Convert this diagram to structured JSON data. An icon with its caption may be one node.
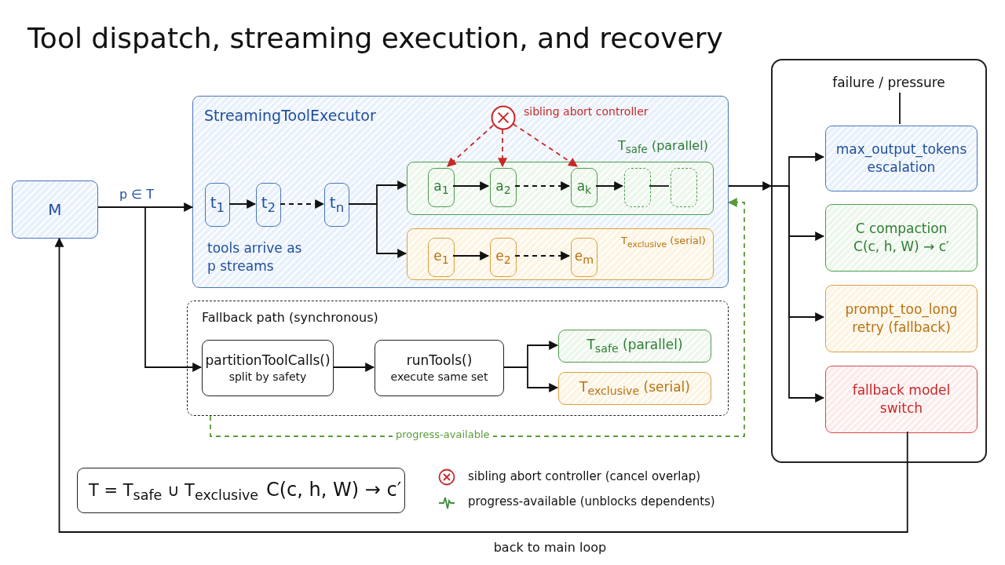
{
  "diagram": {
    "title": "Tool dispatch, streaming execution, and recovery",
    "nodes": [
      {
        "text": [
          "M"
        ]
      },
      {
        "text": [
          "StreamingToolExecutor",
          "tools arrive as p streams"
        ]
      },
      {
        "text": [
          "t$_{1}$"
        ],
        "in": 1
      },
      {
        "text": [
          "t$_{2}$"
        ],
        "in": 1
      },
      {
        "text": [
          "t$_{n}$"
        ],
        "in": 1
      },
      {
        "text": [],
        "shape": "circle",
        "in": 1,
        "beside": [
          "sibling abort controller"
        ]
      },
      {
        "text": [
          "T$_{safe}$ (parallel)"
        ],
        "in": 1
      },
      {
        "text": [
          "a$_{1}$"
        ],
        "in": 6
      },
      {
        "text": [
          "a$_{2}$"
        ],
        "in": 6
      },
      {
        "text": [
          "a$_{k}$"
        ],
        "in": 6
      },
      {
        "text": [],
        "shape": "box",
        "in": 6
      },
      {
        "text": [],
        "shape": "box",
        "in": 6
      },
      {
        "text": [
          "T$_{exclusive}$ (serial)"
        ],
        "in": 1
      },
      {
        "text": [
          "e$_{1}$"
        ],
        "in": 12
      },
      {
        "text": [
          "e$_{2}$"
        ],
        "in": 12
      },
      {
        "text": [
          "e$_{m}$"
        ],
        "in": 12
      },
      {
        "text": [
          "Fallback path (synchronous)"
        ]
      },
      {
        "text": [
          "partitionToolCalls()",
          "split by safety"
        ],
        "in": 16
      },
      {
        "text": [
          "runTools()",
          "execute same set"
        ],
        "in": 16
      },
      {
        "text": [
          "T$_{safe}$ (parallel)"
        ],
        "in": 16
      },
      {
        "text": [
          "T$_{exclusive}$ (serial)"
        ],
        "in": 16
      },
      {
        "text": [],
        "shape": "box"
      },
      {
        "text": [
          "failure / pressure"
        ],
        "in": 21
      },
      {
        "text": [
          "max_output_tokens escalation"
        ],
        "in": 21
      },
      {
        "text": [
          "C compaction",
          "C(c, h, W) → c′"
        ],
        "in": 21
      },
      {
        "text": [
          "prompt_too_long retry (fallback)"
        ],
        "in": 21
      },
      {
        "text": [
          "fallback model switch"
        ],
        "in": 21
      },
      {
        "text": [
          "T = T$_{safe}$ ∪ T$_{exclusive}$",
          "C(c, h, W) → c′"
        ]
      }
    ],
    "edges": [
      {
        "from": 0,
        "to": 1,
        "arrow": "to",
        "label": "p ∈ T"
      },
      {
        "from": 0,
        "to": 17,
        "arrow": "to"
      },
      {
        "from": 2,
        "to": 3,
        "arrow": "to"
      },
      {
        "from": 3,
        "to": 4,
        "arrow": "to",
        "style": "dashed"
      },
      {
        "from": 4,
        "to": 6,
        "arrow": "to"
      },
      {
        "from": 4,
        "to": 12,
        "arrow": "to"
      },
      {
        "from": 5,
        "to": 7,
        "arrow": "to",
        "style": "dashed",
        "color": "#c62828"
      },
      {
        "from": 5,
        "to": 8,
        "arrow": "to",
        "style": "dashed",
        "color": "#c62828"
      },
      {
        "from": 5,
        "to": 9,
        "arrow": "to",
        "style": "dashed",
        "color": "#c62828"
      },
      {
        "from": 7,
        "to": 8,
        "arrow": "to"
      },
      {
        "from": 8,
        "to": 9,
        "arrow": "to",
        "style": "dashed"
      },
      {
        "from": 9,
        "to": 10,
        "arrow": "to"
      },
      {
        "from": 10,
        "to": 11,
        "arrow": "none"
      },
      {
        "from": 13,
        "to": 14,
        "arrow": "to"
      },
      {
        "from": 14,
        "to": 15,
        "arrow": "to",
        "style": "dashed"
      },
      {
        "from": 17,
        "to": 18,
        "arrow": "to"
      },
      {
        "from": 18,
        "to": 19,
        "arrow": "to"
      },
      {
        "from": 18,
        "to": 20,
        "arrow": "to"
      },
      {
        "from": 1,
        "to": 21,
        "arrow": "to"
      },
      {
        "from": 16,
        "to": 1,
        "arrow": "to",
        "style": "dashed",
        "color": "#5a9a3a",
        "label": "progress-available"
      },
      {
        "from": 22,
        "to": 23,
        "arrow": "none"
      },
      {
        "from": 21,
        "to": 23,
        "arrow": "to"
      },
      {
        "from": 21,
        "to": 24,
        "arrow": "to"
      },
      {
        "from": 21,
        "to": 25,
        "arrow": "to"
      },
      {
        "from": 21,
        "to": 26,
        "arrow": "to"
      },
      {
        "from": 26,
        "to": 0,
        "arrow": "to",
        "label": "back to main loop"
      }
    ],
    "legend": [
      {
        "text": "sibling abort controller (cancel overlap)"
      },
      {
        "text": "progress-available (unblocks dependents)"
      }
    ]
  }
}
